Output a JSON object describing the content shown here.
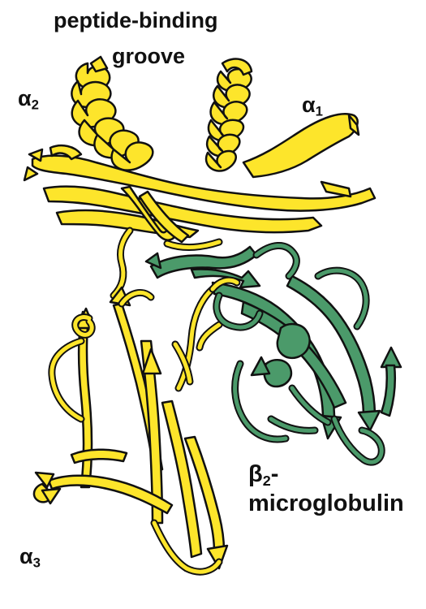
{
  "labels": {
    "title_line1": "peptide-binding",
    "title_line2": "groove",
    "alpha1_symbol": "α",
    "alpha1_sub": "1",
    "alpha2_symbol": "α",
    "alpha2_sub": "2",
    "alpha3_symbol": "α",
    "alpha3_sub": "3",
    "beta2_symbol": "β",
    "beta2_sub": "2",
    "beta2_dash": "-",
    "beta2_word": "microglobulin"
  },
  "colors": {
    "heavy_chain": "#fde52b",
    "beta2_microglobulin": "#4b9a6a",
    "outline": "#111111",
    "text": "#111111"
  }
}
